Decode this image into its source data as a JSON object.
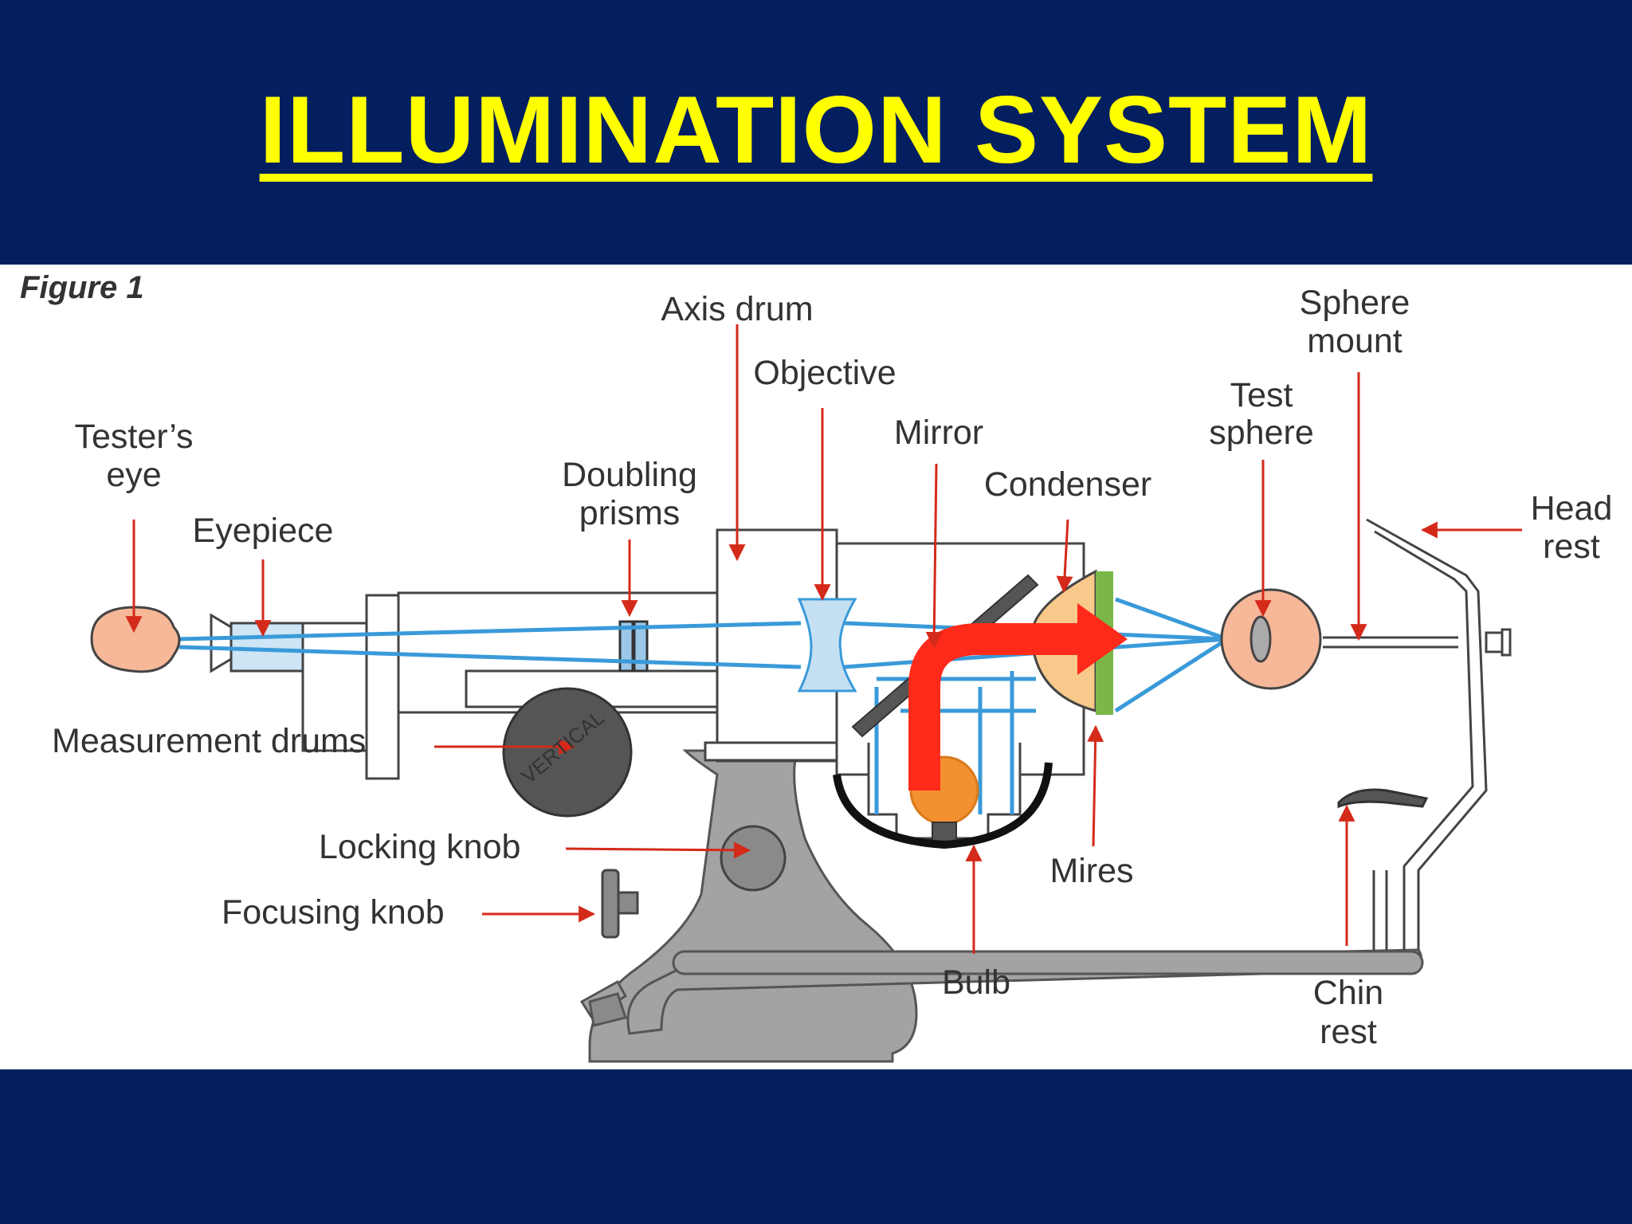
{
  "slide": {
    "title": "ILLUMINATION SYSTEM",
    "figure_label": "Figure 1"
  },
  "labels": {
    "testers_eye_1": "Tester’s",
    "testers_eye_2": "eye",
    "eyepiece": "Eyepiece",
    "doubling_prisms_1": "Doubling",
    "doubling_prisms_2": "prisms",
    "axis_drum": "Axis drum",
    "objective": "Objective",
    "mirror": "Mirror",
    "condenser": "Condenser",
    "test_sphere_1": "Test",
    "test_sphere_2": "sphere",
    "sphere_mount_1": "Sphere",
    "sphere_mount_2": "mount",
    "head_rest_1": "Head",
    "head_rest_2": "rest",
    "measurement_drums": "Measurement drums",
    "locking_knob": "Locking knob",
    "focusing_knob": "Focusing knob",
    "mires": "Mires",
    "bulb": "Bulb",
    "chin_rest_1": "Chin",
    "chin_rest_2": "rest",
    "drum_text": "VERTICAL"
  },
  "colors": {
    "background": "#031f5f",
    "title": "#ffff00",
    "light_ray": "#3a9ad9",
    "pointer_arrow": "#d42a1a",
    "illumination_arrow": "#ff2a1a",
    "eye": "#f6b899",
    "mires": "#7ab648",
    "condenser": "#f8c98a",
    "instrument_base": "#9e9e9e"
  }
}
